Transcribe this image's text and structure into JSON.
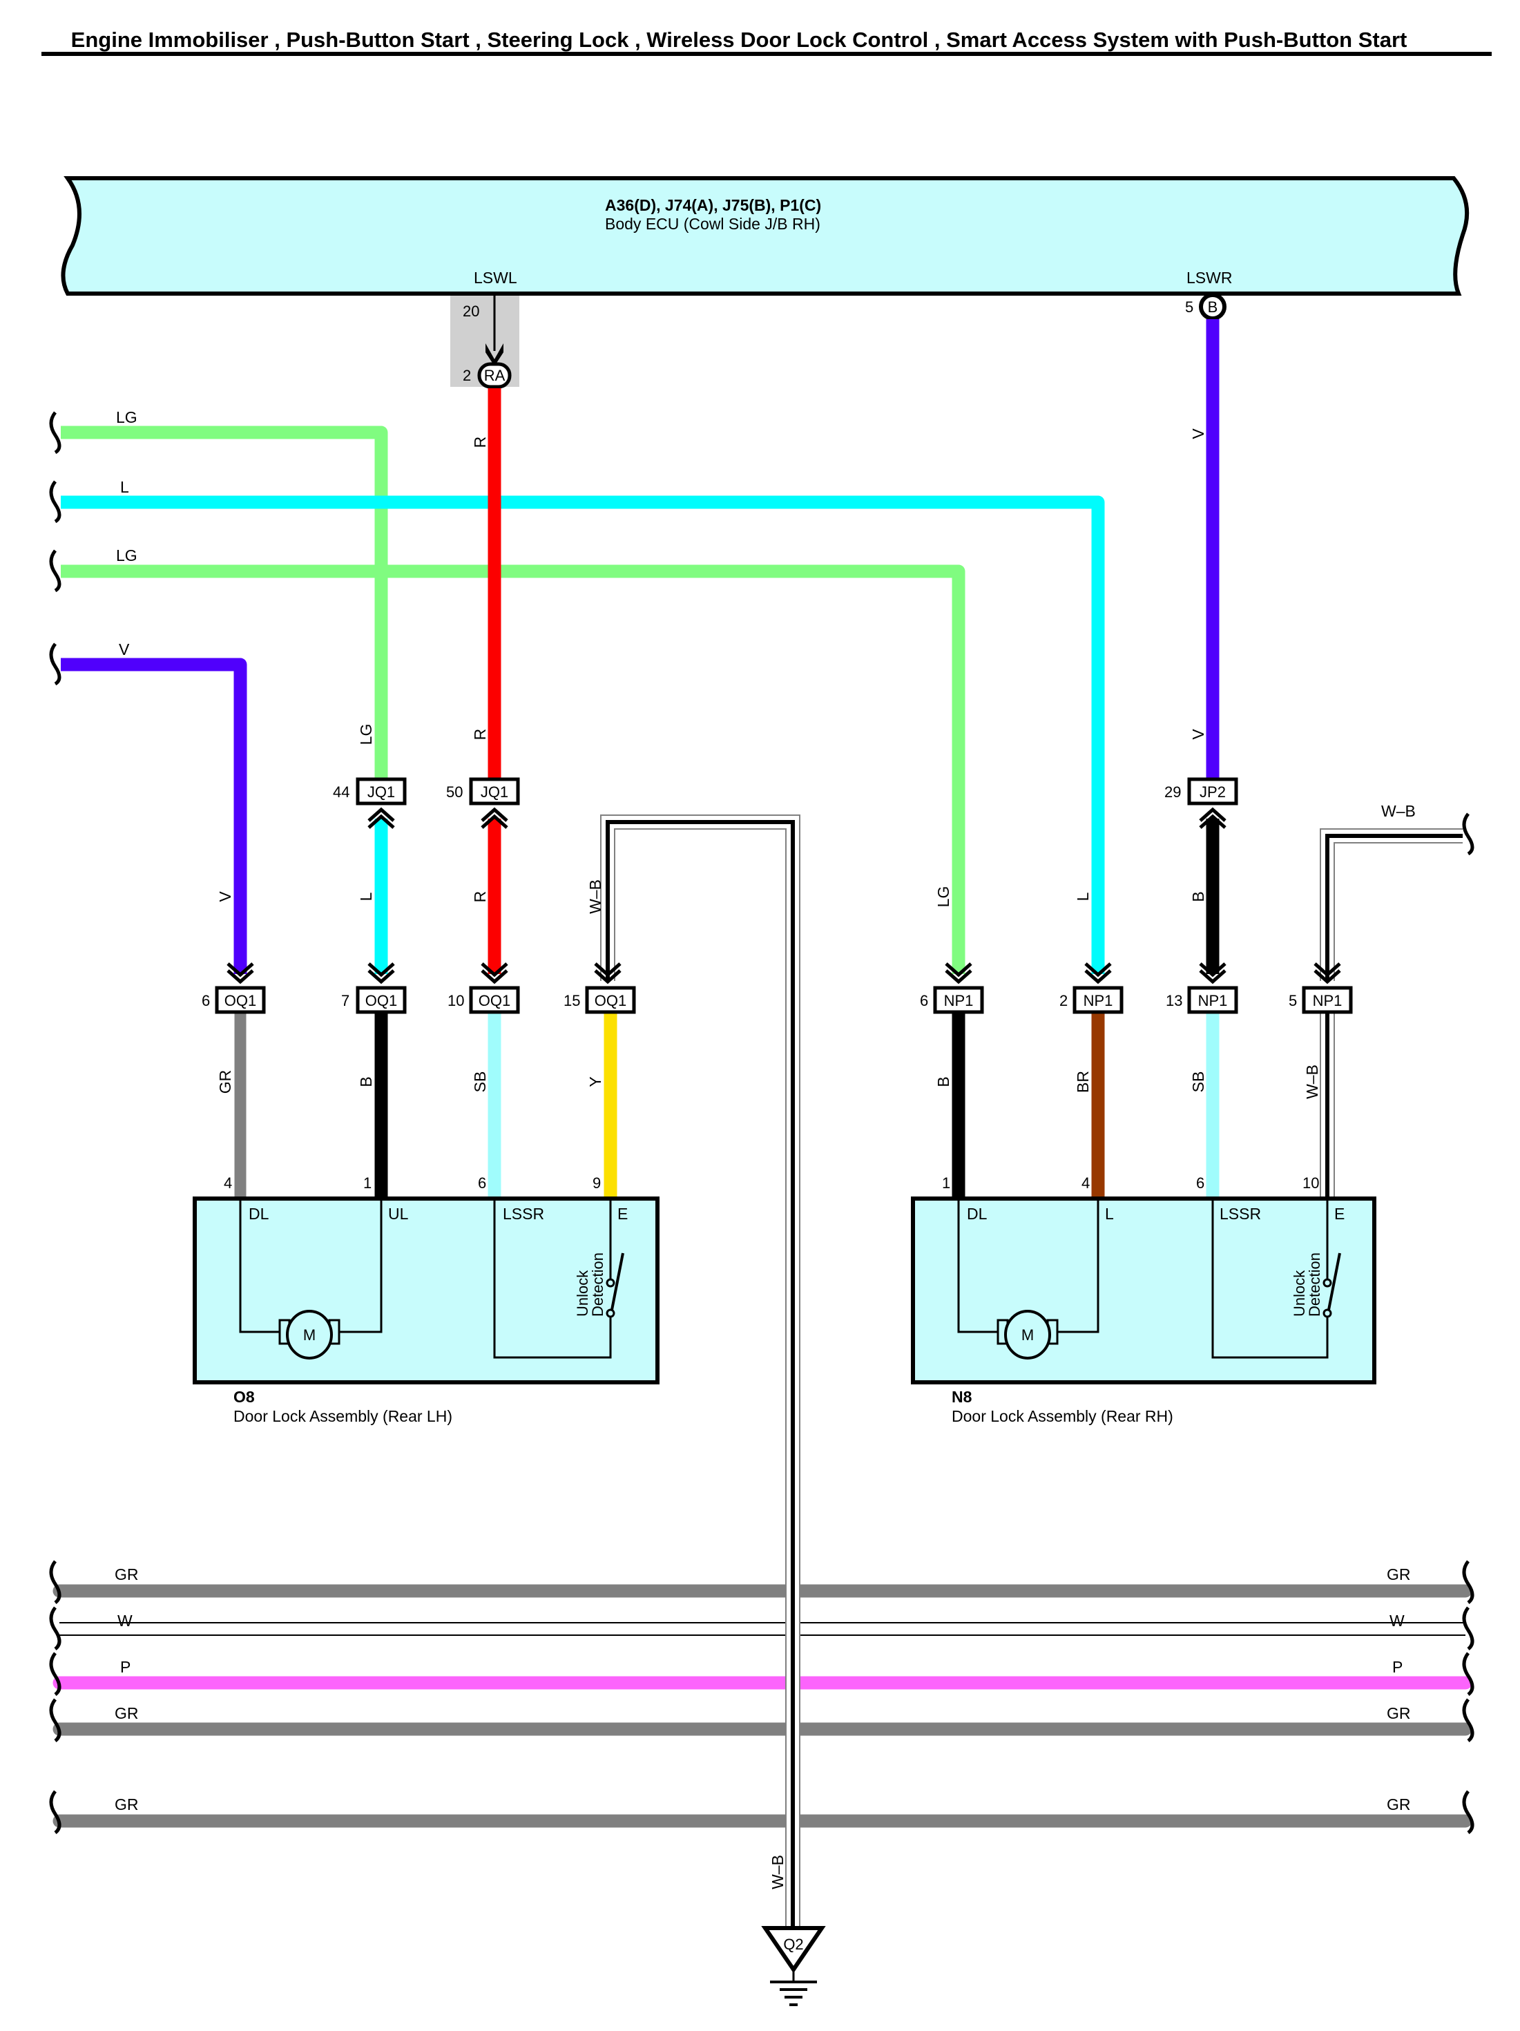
{
  "header": {
    "title": "Engine Immobiliser , Push-Button Start , Steering Lock , Wireless Door Lock Control , Smart Access System with Push-Button Start"
  },
  "ecu": {
    "connectors": "A36(D), J74(A), J75(B), P1(C)",
    "name": "Body ECU (Cowl Side J/B RH)",
    "terminal_left": "LSWL",
    "terminal_right": "LSWR",
    "left_pin": "20",
    "right_pin": "5",
    "right_conn": "B",
    "ra_pin": "2",
    "ra_conn": "RA"
  },
  "colors": {
    "ecu_fill": "#c8fcfc",
    "LG": "#80fc80",
    "L": "#00fcfc",
    "V": "#5000fc",
    "R": "#fc0000",
    "B": "#000000",
    "GR": "#808080",
    "SB": "#a0fcfc",
    "Y": "#fce000",
    "BR": "#983800",
    "P": "#fc64fc",
    "W": "#ffffff",
    "junction_shade": "#d0d0d0"
  },
  "left_stubs": [
    {
      "label": "LG"
    },
    {
      "label": "L"
    },
    {
      "label": "LG"
    },
    {
      "label": "V"
    }
  ],
  "wire_labels": {
    "red_upper": "R",
    "violet_right_upper": "V",
    "lg_mid": "LG",
    "red_mid": "R",
    "violet_right_mid": "V",
    "v_left_lower": "V",
    "l_lower": "L",
    "r_lower": "R",
    "wb_left": "W–B",
    "lg_right_lower": "LG",
    "l_right_lower": "L",
    "b_right_lower": "B",
    "wb_right_top": "W–B",
    "gr_o8": "GR",
    "b_o8": "B",
    "sb_o8": "SB",
    "y_o8": "Y",
    "b_n8": "B",
    "br_n8": "BR",
    "sb_n8": "SB",
    "wb_n8": "W–B",
    "wb_ground": "W–B"
  },
  "junctions": [
    {
      "pin": "44",
      "name": "JQ1"
    },
    {
      "pin": "50",
      "name": "JQ1"
    },
    {
      "pin": "29",
      "name": "JP2"
    }
  ],
  "connectors_oq1": [
    {
      "pin": "6",
      "name": "OQ1"
    },
    {
      "pin": "7",
      "name": "OQ1"
    },
    {
      "pin": "10",
      "name": "OQ1"
    },
    {
      "pin": "15",
      "name": "OQ1"
    }
  ],
  "connectors_np1": [
    {
      "pin": "6",
      "name": "NP1"
    },
    {
      "pin": "2",
      "name": "NP1"
    },
    {
      "pin": "13",
      "name": "NP1"
    },
    {
      "pin": "5",
      "name": "NP1"
    }
  ],
  "o8": {
    "id": "O8",
    "name": "Door Lock Assembly (Rear LH)",
    "pins": [
      "4",
      "1",
      "6",
      "9"
    ],
    "terminals": [
      "DL",
      "UL",
      "LSSR",
      "E"
    ],
    "motor": "M",
    "switch_label_1": "Unlock",
    "switch_label_2": "Detection"
  },
  "n8": {
    "id": "N8",
    "name": "Door Lock Assembly (Rear RH)",
    "pins": [
      "1",
      "4",
      "6",
      "10"
    ],
    "terminals": [
      "DL",
      "L",
      "LSSR",
      "E"
    ],
    "motor": "M",
    "switch_label_1": "Unlock",
    "switch_label_2": "Detection"
  },
  "bus_wires": [
    {
      "label_left": "GR",
      "label_right": "GR"
    },
    {
      "label_left": "W",
      "label_right": "W"
    },
    {
      "label_left": "P",
      "label_right": "P"
    },
    {
      "label_left": "GR",
      "label_right": "GR"
    },
    {
      "label_left": "GR",
      "label_right": "GR"
    }
  ],
  "ground": {
    "name": "Q2"
  }
}
